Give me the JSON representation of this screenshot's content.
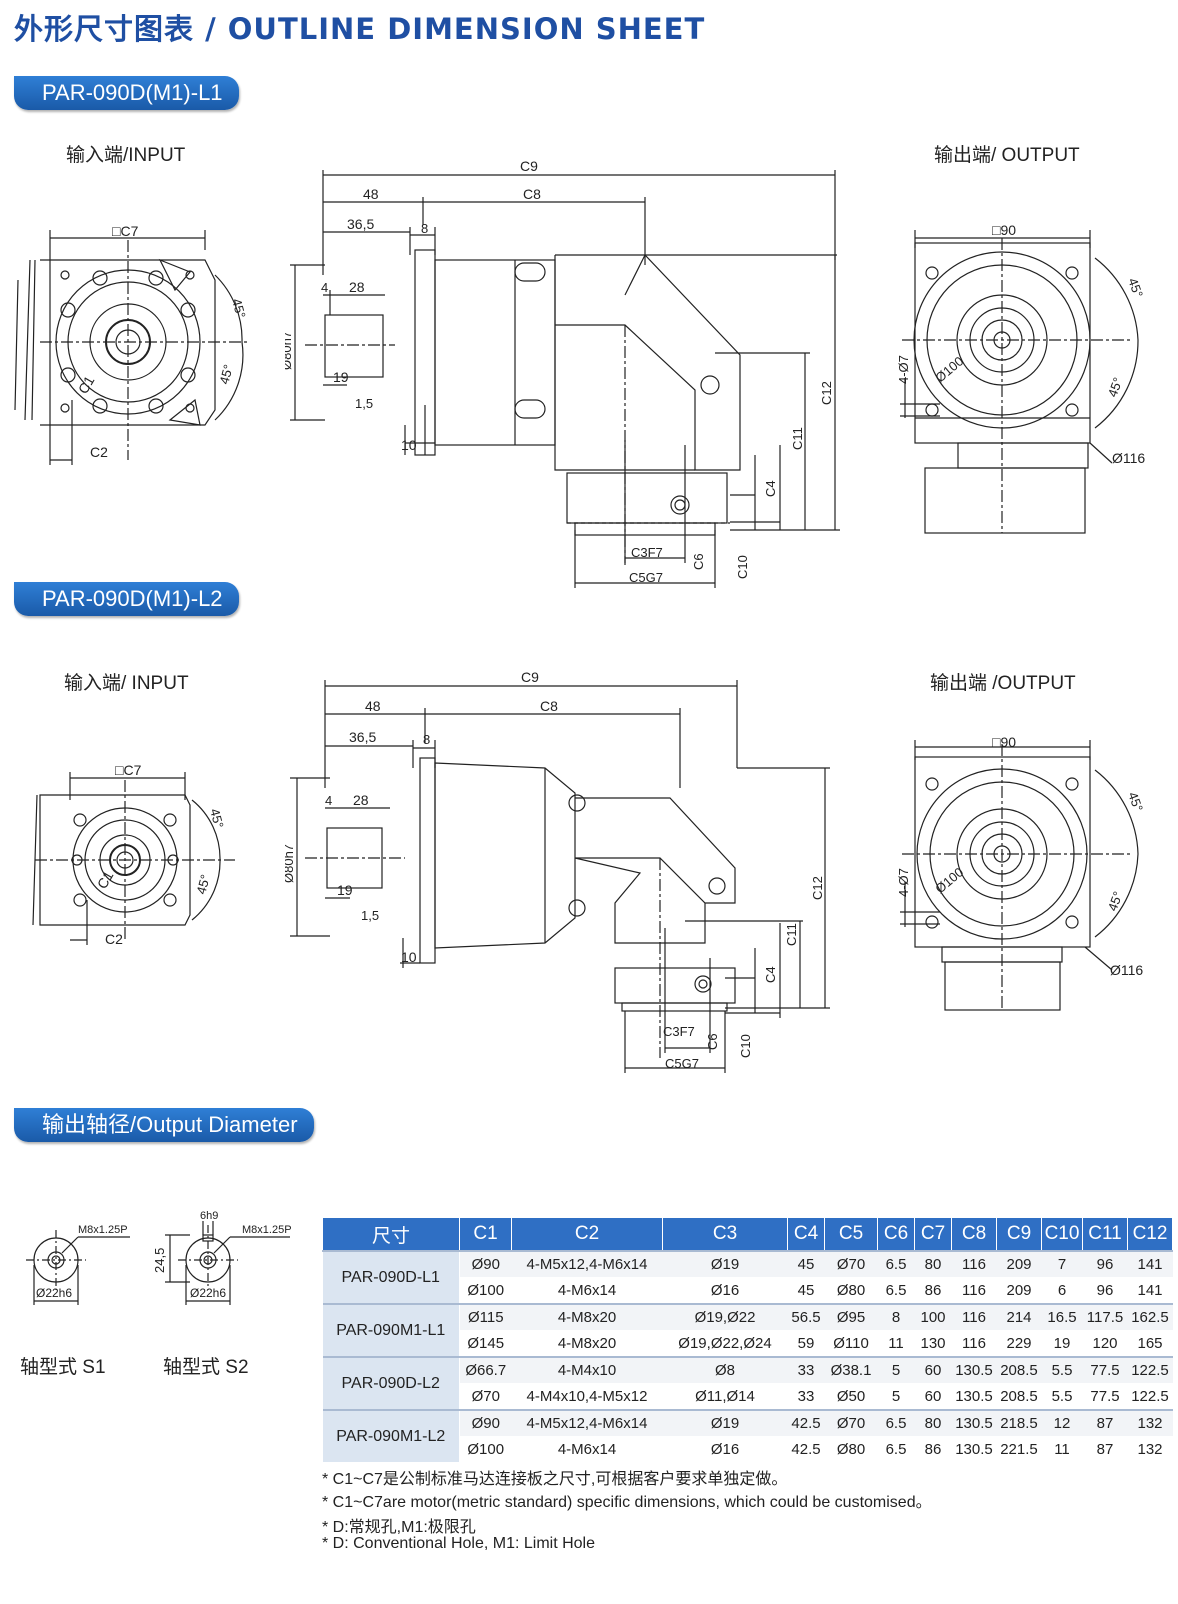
{
  "page_title": "外形尺寸图表 / OUTLINE DIMENSION SHEET",
  "sections": {
    "l1": {
      "badge": "PAR-090D(M1)-L1",
      "input_label": "输入端/INPUT",
      "output_label": "输出端/ OUTPUT"
    },
    "l2": {
      "badge": "PAR-090D(M1)-L2",
      "input_label": "输入端/ INPUT",
      "output_label": "输出端 /OUTPUT"
    },
    "shaft": {
      "badge": "输出轴径/Output Diameter",
      "s1_label": "轴型式 S1",
      "s2_label": "轴型式 S2"
    }
  },
  "dims": {
    "c7": "□C7",
    "c1": "C1",
    "c2": "C2",
    "deg45": "45°",
    "c9": "C9",
    "c8": "C8",
    "d48": "48",
    "d365": "36,5",
    "d8": "8",
    "d4": "4",
    "d28": "28",
    "d19": "19",
    "d15": "1,5",
    "d10": "10",
    "d80": "Ø80h7",
    "c3": "C3F7",
    "c5": "C5G7",
    "c6": "C6",
    "c10": "C10",
    "c4": "C4",
    "c11": "C11",
    "c12": "C12",
    "sq90": "□90",
    "d100": "Ø100",
    "h407": "4-Ø7",
    "d116": "Ø116",
    "m8": "M8x1.25P",
    "d22": "Ø22h6",
    "d6": "6h9",
    "d245": "24,5"
  },
  "table": {
    "headers": [
      "尺寸",
      "C1",
      "C2",
      "C3",
      "C4",
      "C5",
      "C6",
      "C7",
      "C8",
      "C9",
      "C10",
      "C11",
      "C12"
    ],
    "groups": [
      {
        "model": "PAR-090D-L1",
        "rows": [
          [
            "Ø90",
            "4-M5x12,4-M6x14",
            "Ø19",
            "45",
            "Ø70",
            "6.5",
            "80",
            "116",
            "209",
            "7",
            "96",
            "141"
          ],
          [
            "Ø100",
            "4-M6x14",
            "Ø16",
            "45",
            "Ø80",
            "6.5",
            "86",
            "116",
            "209",
            "6",
            "96",
            "141"
          ]
        ]
      },
      {
        "model": "PAR-090M1-L1",
        "rows": [
          [
            "Ø115",
            "4-M8x20",
            "Ø19,Ø22",
            "56.5",
            "Ø95",
            "8",
            "100",
            "116",
            "214",
            "16.5",
            "117.5",
            "162.5"
          ],
          [
            "Ø145",
            "4-M8x20",
            "Ø19,Ø22,Ø24",
            "59",
            "Ø110",
            "11",
            "130",
            "116",
            "229",
            "19",
            "120",
            "165"
          ]
        ]
      },
      {
        "model": "PAR-090D-L2",
        "rows": [
          [
            "Ø66.7",
            "4-M4x10",
            "Ø8",
            "33",
            "Ø38.1",
            "5",
            "60",
            "130.5",
            "208.5",
            "5.5",
            "77.5",
            "122.5"
          ],
          [
            "Ø70",
            "4-M4x10,4-M5x12",
            "Ø11,Ø14",
            "33",
            "Ø50",
            "5",
            "60",
            "130.5",
            "208.5",
            "5.5",
            "77.5",
            "122.5"
          ]
        ]
      },
      {
        "model": "PAR-090M1-L2",
        "rows": [
          [
            "Ø90",
            "4-M5x12,4-M6x14",
            "Ø19",
            "42.5",
            "Ø70",
            "6.5",
            "80",
            "130.5",
            "218.5",
            "12",
            "87",
            "132"
          ],
          [
            "Ø100",
            "4-M6x14",
            "Ø16",
            "42.5",
            "Ø80",
            "6.5",
            "86",
            "130.5",
            "221.5",
            "11",
            "87",
            "132"
          ]
        ]
      }
    ]
  },
  "notes": [
    "* C1~C7是公制标准马达连接板之尺寸,可根据客户要求单独定做。",
    "* C1~C7are motor(metric standard)  specific dimensions, which could be customised。",
    "* D:常规孔,M1:极限孔",
    "* D: Conventional Hole, M1: Limit Hole"
  ]
}
